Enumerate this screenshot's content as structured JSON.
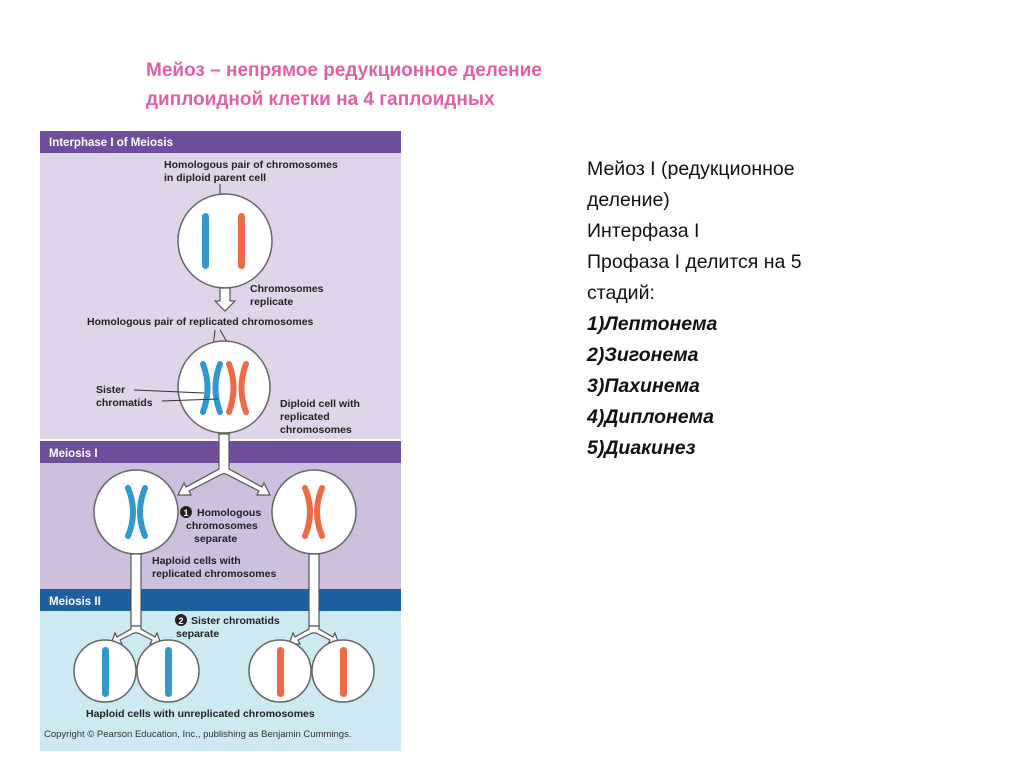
{
  "slide_title": {
    "line1": "Мейоз – непрямое редукционное деление",
    "line2": "диплоидной клетки на 4 гаплоидных"
  },
  "figure": {
    "sections": {
      "interphase": "Interphase I of Meiosis",
      "meiosis1": "Meiosis I",
      "meiosis2": "Meiosis II"
    },
    "labels": {
      "homologous_pair_1": "Homologous pair of chromosomes",
      "homologous_pair_2": "in diploid parent cell",
      "replicate_1": "Chromosomes",
      "replicate_2": "replicate",
      "replicated_pair": "Homologous pair of replicated chromosomes",
      "sister_1": "Sister",
      "sister_2": "chromatids",
      "diploid_1": "Diploid cell with",
      "diploid_2": "replicated",
      "diploid_3": "chromosomes",
      "step1_num": "1",
      "step1_1": "Homologous",
      "step1_2": "chromosomes",
      "step1_3": "separate",
      "haploid_rep_1": "Haploid cells with",
      "haploid_rep_2": "replicated chromosomes",
      "step2_num": "2",
      "step2_1": "Sister chromatids",
      "step2_2": "separate",
      "haploid_unrep": "Haploid cells with unreplicated chromosomes"
    },
    "colors": {
      "interphase_bg": "#dfd4e9",
      "meiosis1_bg": "#ccc0de",
      "meiosis2_bg": "#cde9f2",
      "header_purple": "#6f4e9c",
      "header_blue": "#1f5fa0",
      "chrom_blue": "#3399cc",
      "chrom_red": "#ee6a44"
    },
    "copyright": "Copyright © Pearson Education, Inc., publishing as Benjamin Cummings."
  },
  "notes": {
    "line1": "Мейоз I (редукционное",
    "line2": "деление)",
    "line3": "Интерфаза I",
    "line4": "Профаза I делится на 5",
    "line5": "стадий:",
    "stages": [
      "1)Лептонема",
      "2)Зигонема",
      "3)Пахинема",
      "4)Диплонема",
      "5)Диакинез"
    ]
  }
}
